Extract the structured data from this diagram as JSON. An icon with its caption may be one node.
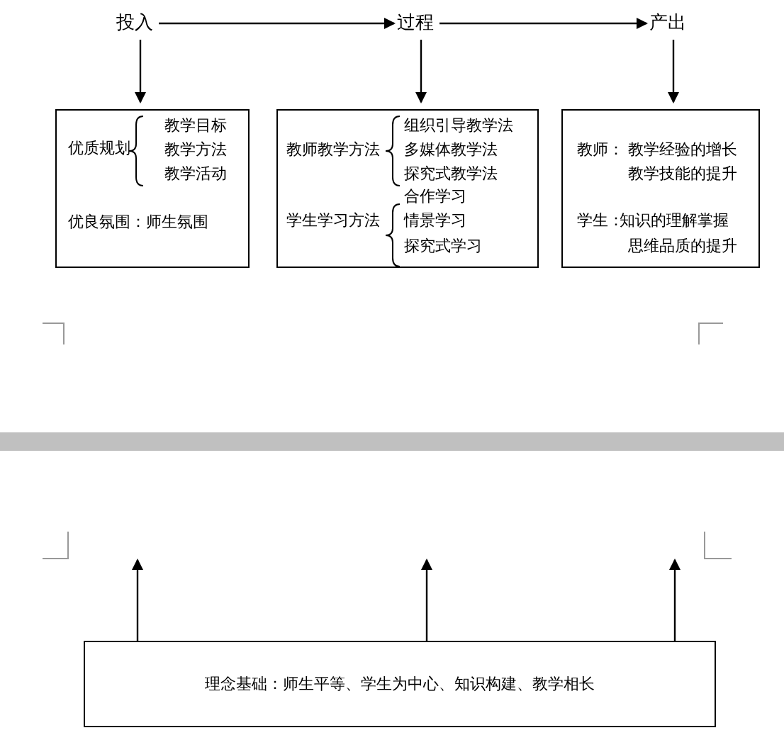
{
  "diagram": {
    "nodes": [
      {
        "text": [
          "投入"
        ]
      },
      {
        "text": [
          "过程"
        ]
      },
      {
        "text": [
          "产出"
        ]
      },
      {
        "text": [
          "优质规划",
          "教学目标",
          "教学方法",
          "教学活动",
          "优良氛围：师生氛围"
        ]
      },
      {
        "text": [
          "教师教学方法",
          "组织引导教学法",
          "多媒体教学法",
          "探究式教学法",
          "学生学习方法",
          "合作学习",
          "情景学习",
          "探究式学习"
        ]
      },
      {
        "text": [
          "教师：",
          "教学经验的增长",
          "教学技能的提升",
          "学生：",
          "知识的理解掌握",
          "思维品质的提升"
        ]
      },
      {
        "text": [
          "理念基础：师生平等、学生为中心、知识构建、教学相长"
        ]
      }
    ],
    "edges": [
      {
        "from": 0,
        "to": 1,
        "arrow": "to"
      },
      {
        "from": 1,
        "to": 2,
        "arrow": "to"
      },
      {
        "from": 0,
        "to": 3,
        "arrow": "to"
      },
      {
        "from": 1,
        "to": 4,
        "arrow": "to"
      },
      {
        "from": 2,
        "to": 5,
        "arrow": "to"
      },
      {
        "from": 6,
        "to": null,
        "arrow": "to"
      },
      {
        "from": 6,
        "to": null,
        "arrow": "to"
      },
      {
        "from": 6,
        "to": null,
        "arrow": "to"
      }
    ]
  }
}
